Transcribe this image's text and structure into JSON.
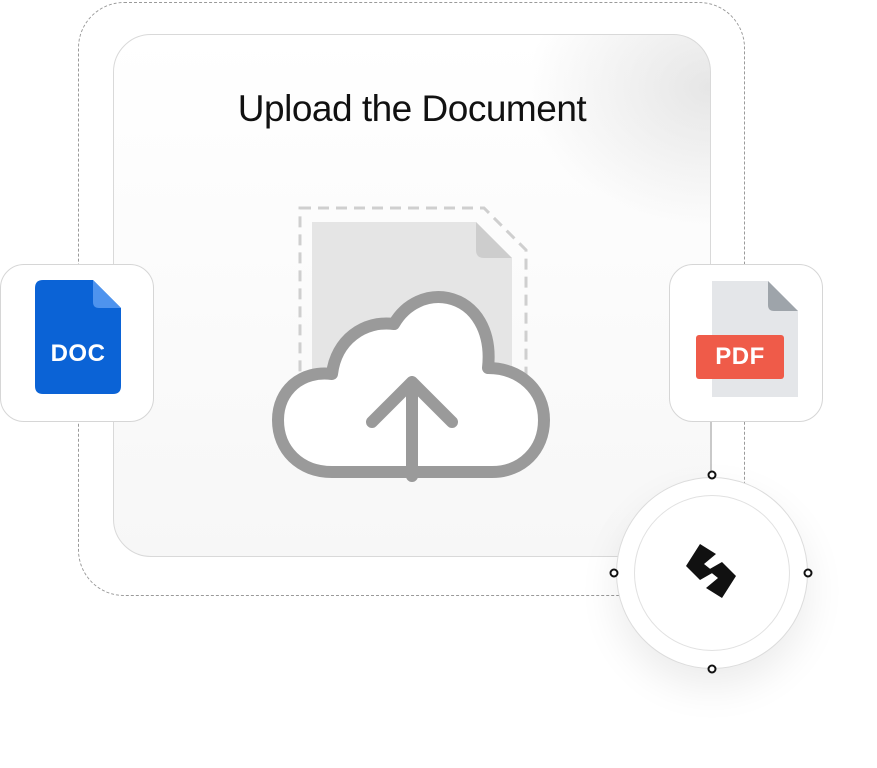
{
  "title": "Upload the Document",
  "left_file": {
    "label": "DOC",
    "color": "#0B63D6",
    "fold_color": "#4E93EE"
  },
  "right_file": {
    "label": "PDF",
    "badge_color": "#EF5B49",
    "page_color": "#E4E6E9"
  },
  "upload": {
    "icon": "cloud-upload-icon",
    "color": "#9a9a9a"
  },
  "brand": {
    "icon": "brand-logo-icon",
    "color": "#111111"
  }
}
